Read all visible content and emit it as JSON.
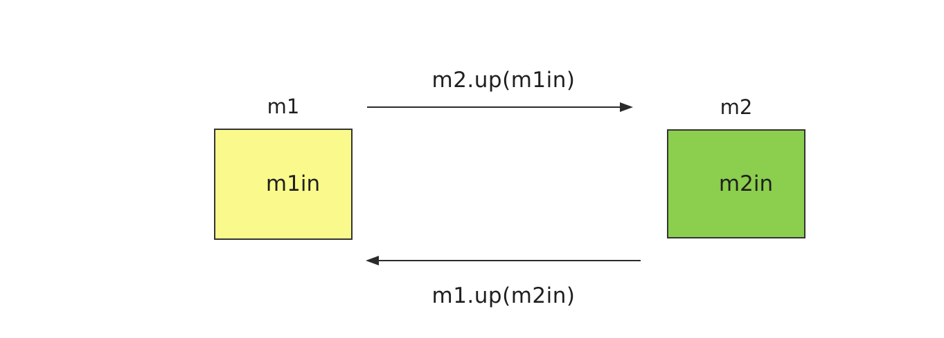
{
  "diagram": {
    "nodes": [
      {
        "id": "m1",
        "title": "m1",
        "content": "m1in",
        "fill": "#FAFA8C",
        "border_color": "#333333"
      },
      {
        "id": "m2",
        "title": "m2",
        "content": "m2in",
        "fill": "#8CCE4D",
        "border_color": "#333333"
      }
    ],
    "edges": [
      {
        "id": "top",
        "label": "m2.up(m1in)",
        "from": "m1",
        "to": "m2",
        "direction": "right"
      },
      {
        "id": "bottom",
        "label": "m1.up(m2in)",
        "from": "m2",
        "to": "m1",
        "direction": "left"
      }
    ],
    "colors": {
      "background": "#ffffff",
      "arrow": "#2a2a2a",
      "text": "#1f1f1f"
    }
  }
}
